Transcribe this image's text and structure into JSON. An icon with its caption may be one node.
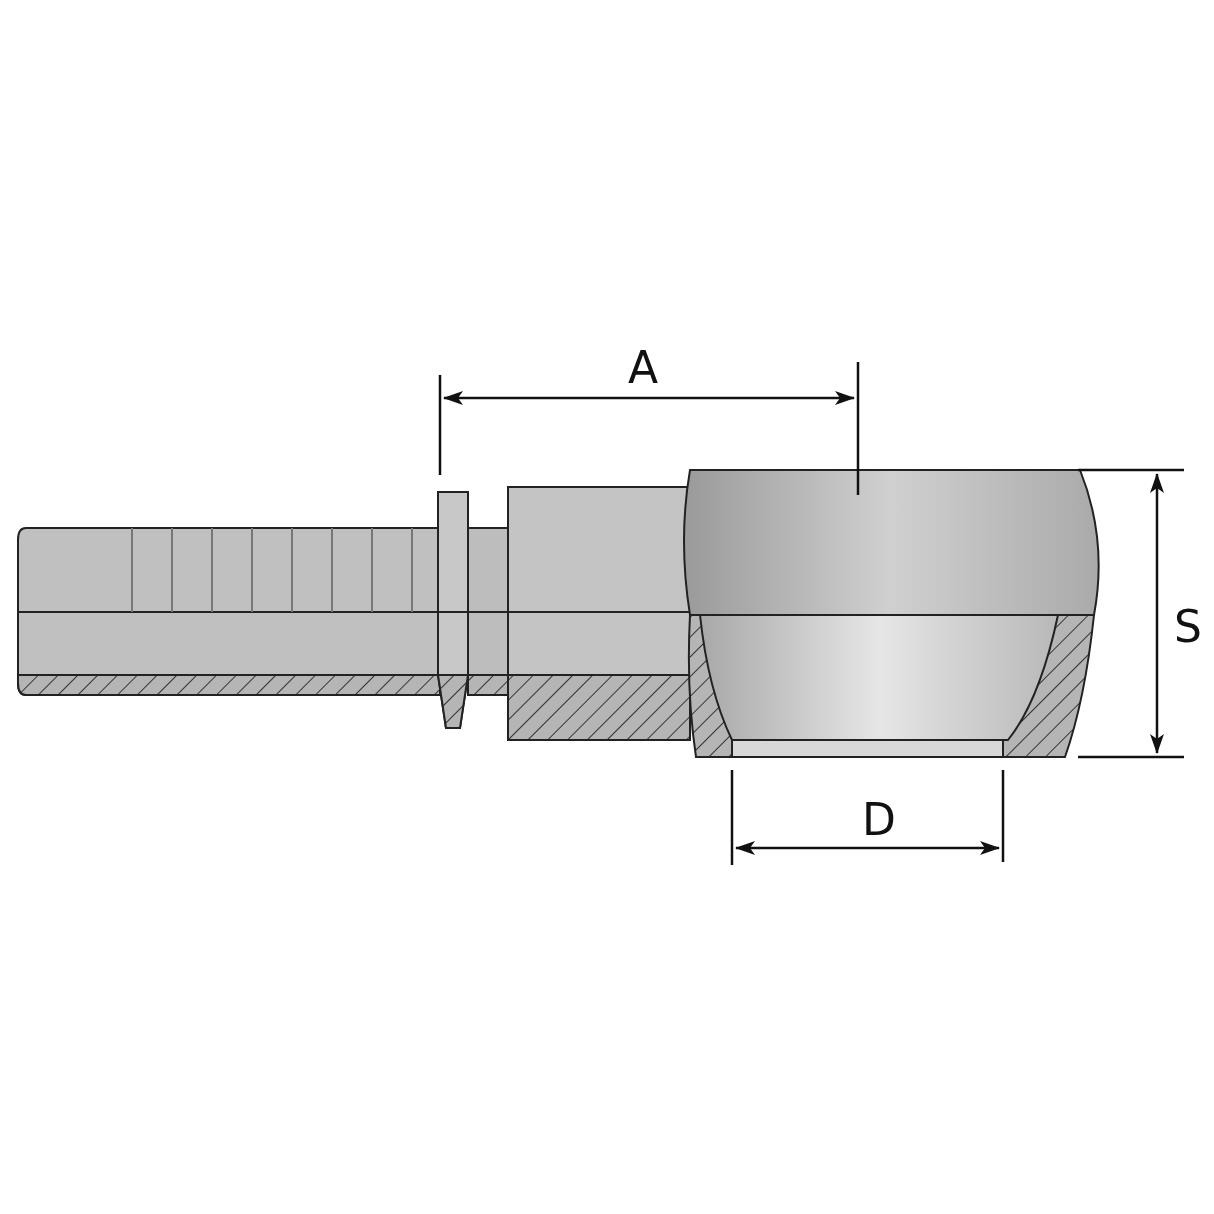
{
  "diagram": {
    "labels": [
      "A",
      "S",
      "D"
    ]
  }
}
